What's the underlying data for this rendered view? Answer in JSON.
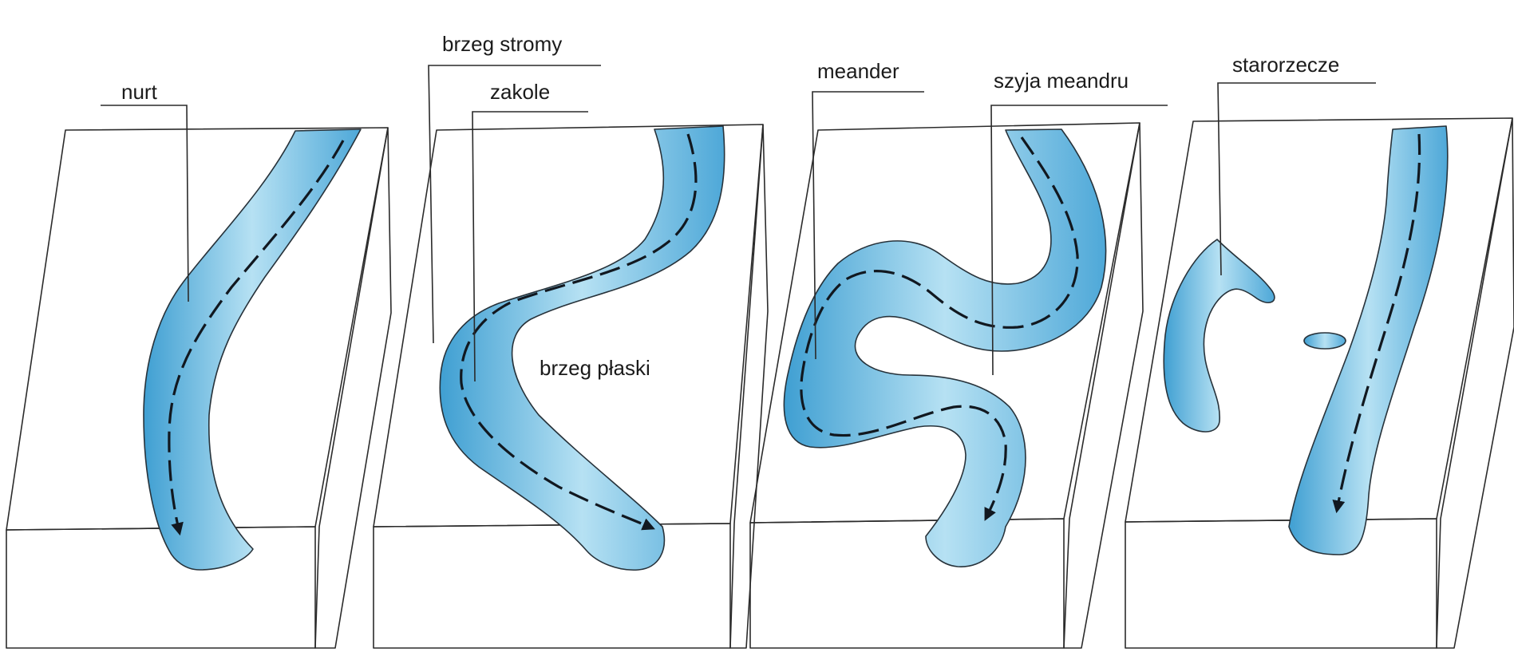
{
  "labels": {
    "nurt": "nurt",
    "brzeg_stromy": "brzeg stromy",
    "zakole": "zakole",
    "brzeg_plaski": "brzeg płaski",
    "meander": "meander",
    "szyja_meandru": "szyja meandru",
    "starorzecze": "starorzecze"
  },
  "colors": {
    "land_top": "#b5d96a",
    "land_dark": "#5aa83a",
    "water": "#7cc4e6",
    "water_dark": "#3f9fd2",
    "soil_front": "#efe7a8",
    "soil_side": "#e9e1b0"
  }
}
